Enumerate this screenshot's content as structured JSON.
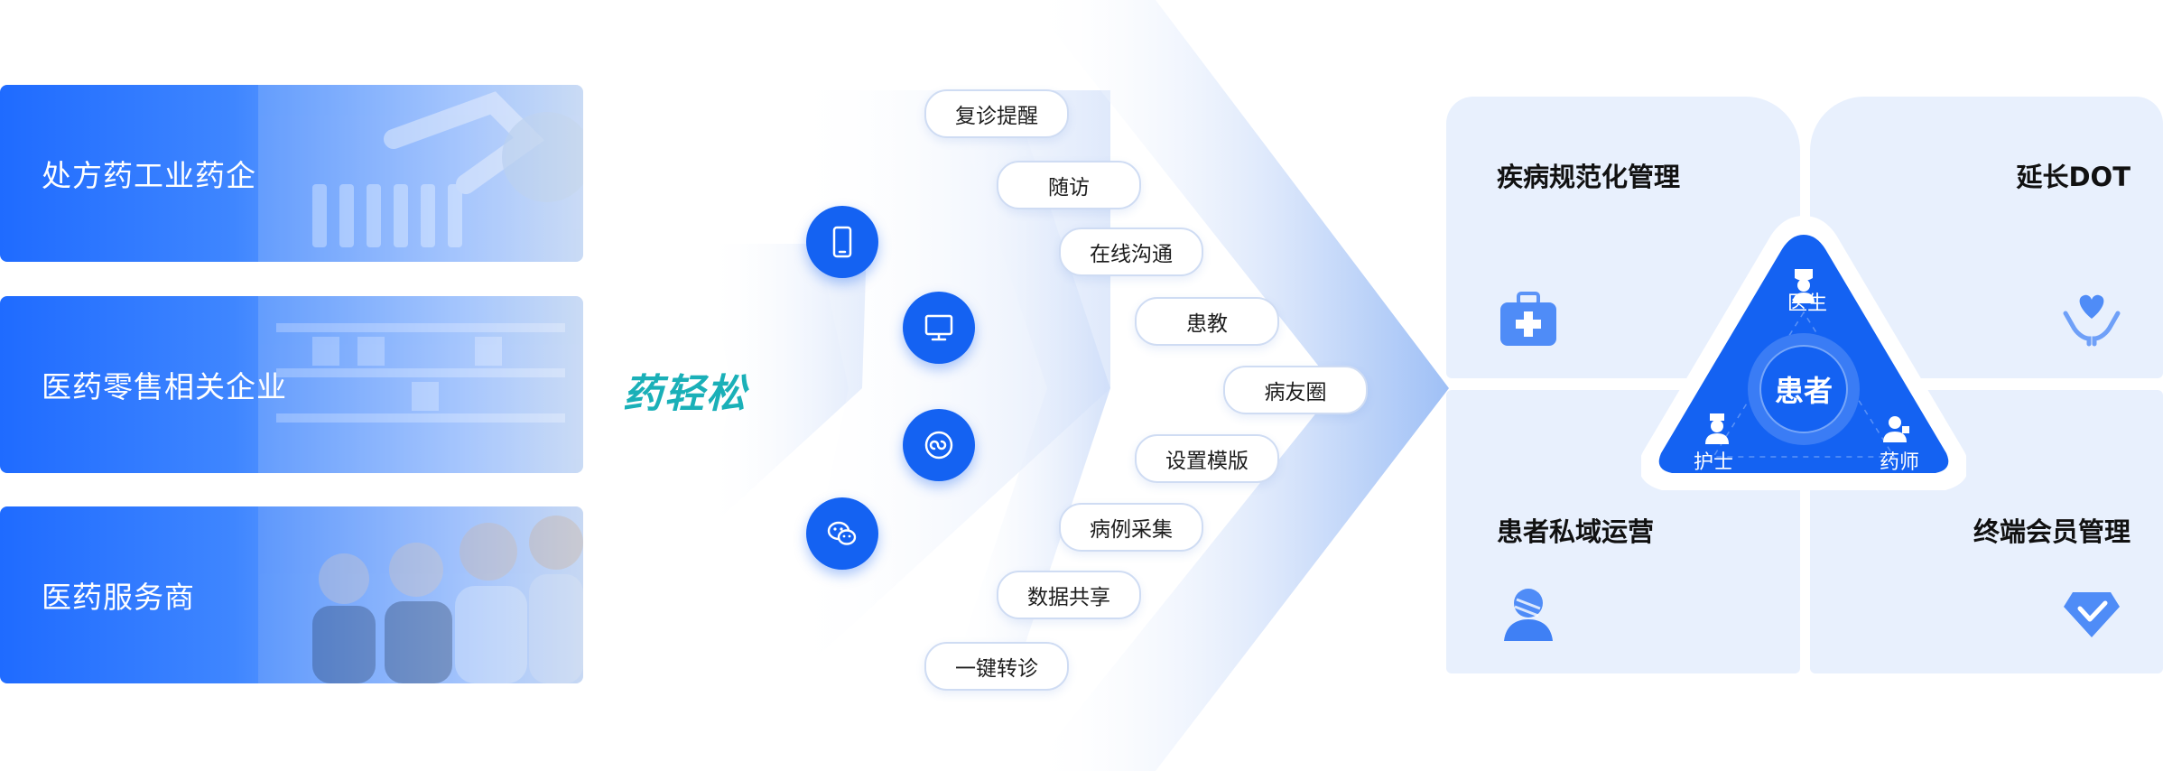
{
  "industry_cards": [
    {
      "label": "处方药工业药企"
    },
    {
      "label": "医药零售相关企业"
    },
    {
      "label": "医药服务商"
    }
  ],
  "brand": {
    "name": "药轻松"
  },
  "channels": [
    {
      "icon": "mobile-phone-icon"
    },
    {
      "icon": "monitor-icon"
    },
    {
      "icon": "mini-program-icon"
    },
    {
      "icon": "wechat-icon"
    }
  ],
  "services": [
    "复诊提醒",
    "随访",
    "在线沟通",
    "患教",
    "病友圈",
    "设置模版",
    "病例采集",
    "数据共享",
    "一键转诊"
  ],
  "quadrants": {
    "top_left": {
      "title": "疾病规范化管理",
      "icon": "medical-kit-icon"
    },
    "top_right": {
      "title": "延长DOT",
      "icon": "heart-in-hands-icon"
    },
    "bottom_left": {
      "title": "患者私域运营",
      "icon": "patient-avatar-icon"
    },
    "bottom_right": {
      "title": "终端会员管理",
      "icon": "diamond-check-icon"
    }
  },
  "triangle": {
    "center": "患者",
    "top": "医生",
    "bottom_left": "护士",
    "bottom_right": "药师"
  },
  "colors": {
    "primary": "#1462f2",
    "brand": "#1ab0b8",
    "quad_bg": "#e8f0fd"
  }
}
